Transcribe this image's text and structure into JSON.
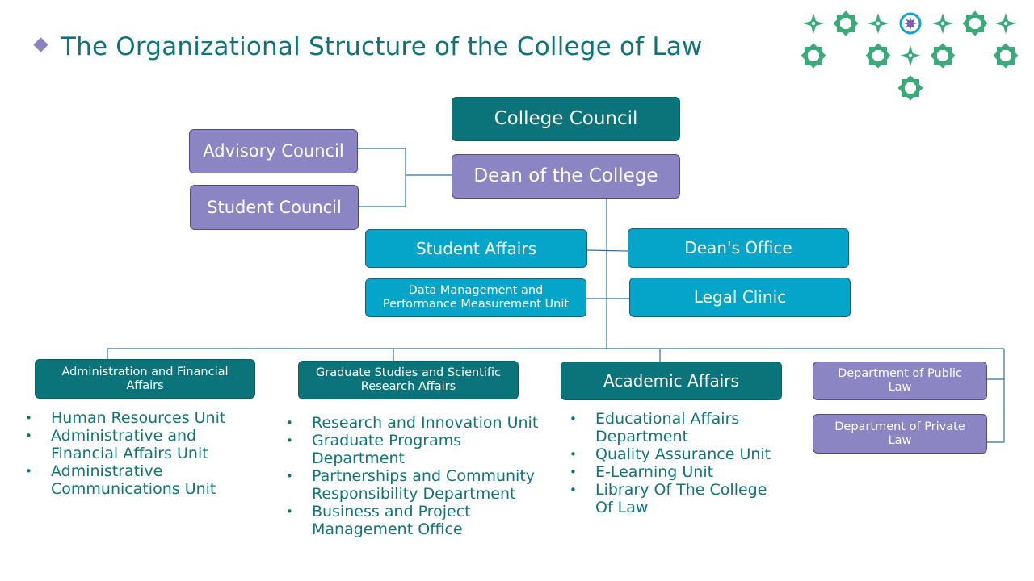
{
  "title": "The Organizational Structure of the College of Law",
  "colors": {
    "teal": "#0b747a",
    "purple": "#8b85c3",
    "cyan": "#04a5c8",
    "line": "#2e6f9e",
    "text": "#0f7478"
  },
  "nodes": {
    "college_council": "College Council",
    "advisory_council": "Advisory Council",
    "student_council": "Student Council",
    "dean": "Dean of the College",
    "student_affairs": "Student Affairs",
    "deans_office": "Dean's Office",
    "data_management": "Data Management and Performance Measurement Unit",
    "legal_clinic": "Legal Clinic",
    "admin_financial": "Administration and Financial Affairs",
    "graduate_studies": "Graduate Studies and Scientific Research Affairs",
    "academic_affairs": "Academic Affairs",
    "dept_public_law": "Department of Public Law",
    "dept_private_law": "Department of Private Law"
  },
  "units": {
    "admin_financial": [
      "Human Resources Unit",
      "Administrative and Financial Affairs Unit",
      "Administrative Communications Unit"
    ],
    "graduate_studies": [
      "Research and Innovation Unit",
      "Graduate Programs Department",
      "Partnerships and Community Responsibility Department",
      "Business and Project Management Office"
    ],
    "academic_affairs": [
      "Educational Affairs Department",
      "Quality Assurance Unit",
      "E-Learning Unit",
      "Library Of The College Of Law"
    ]
  }
}
